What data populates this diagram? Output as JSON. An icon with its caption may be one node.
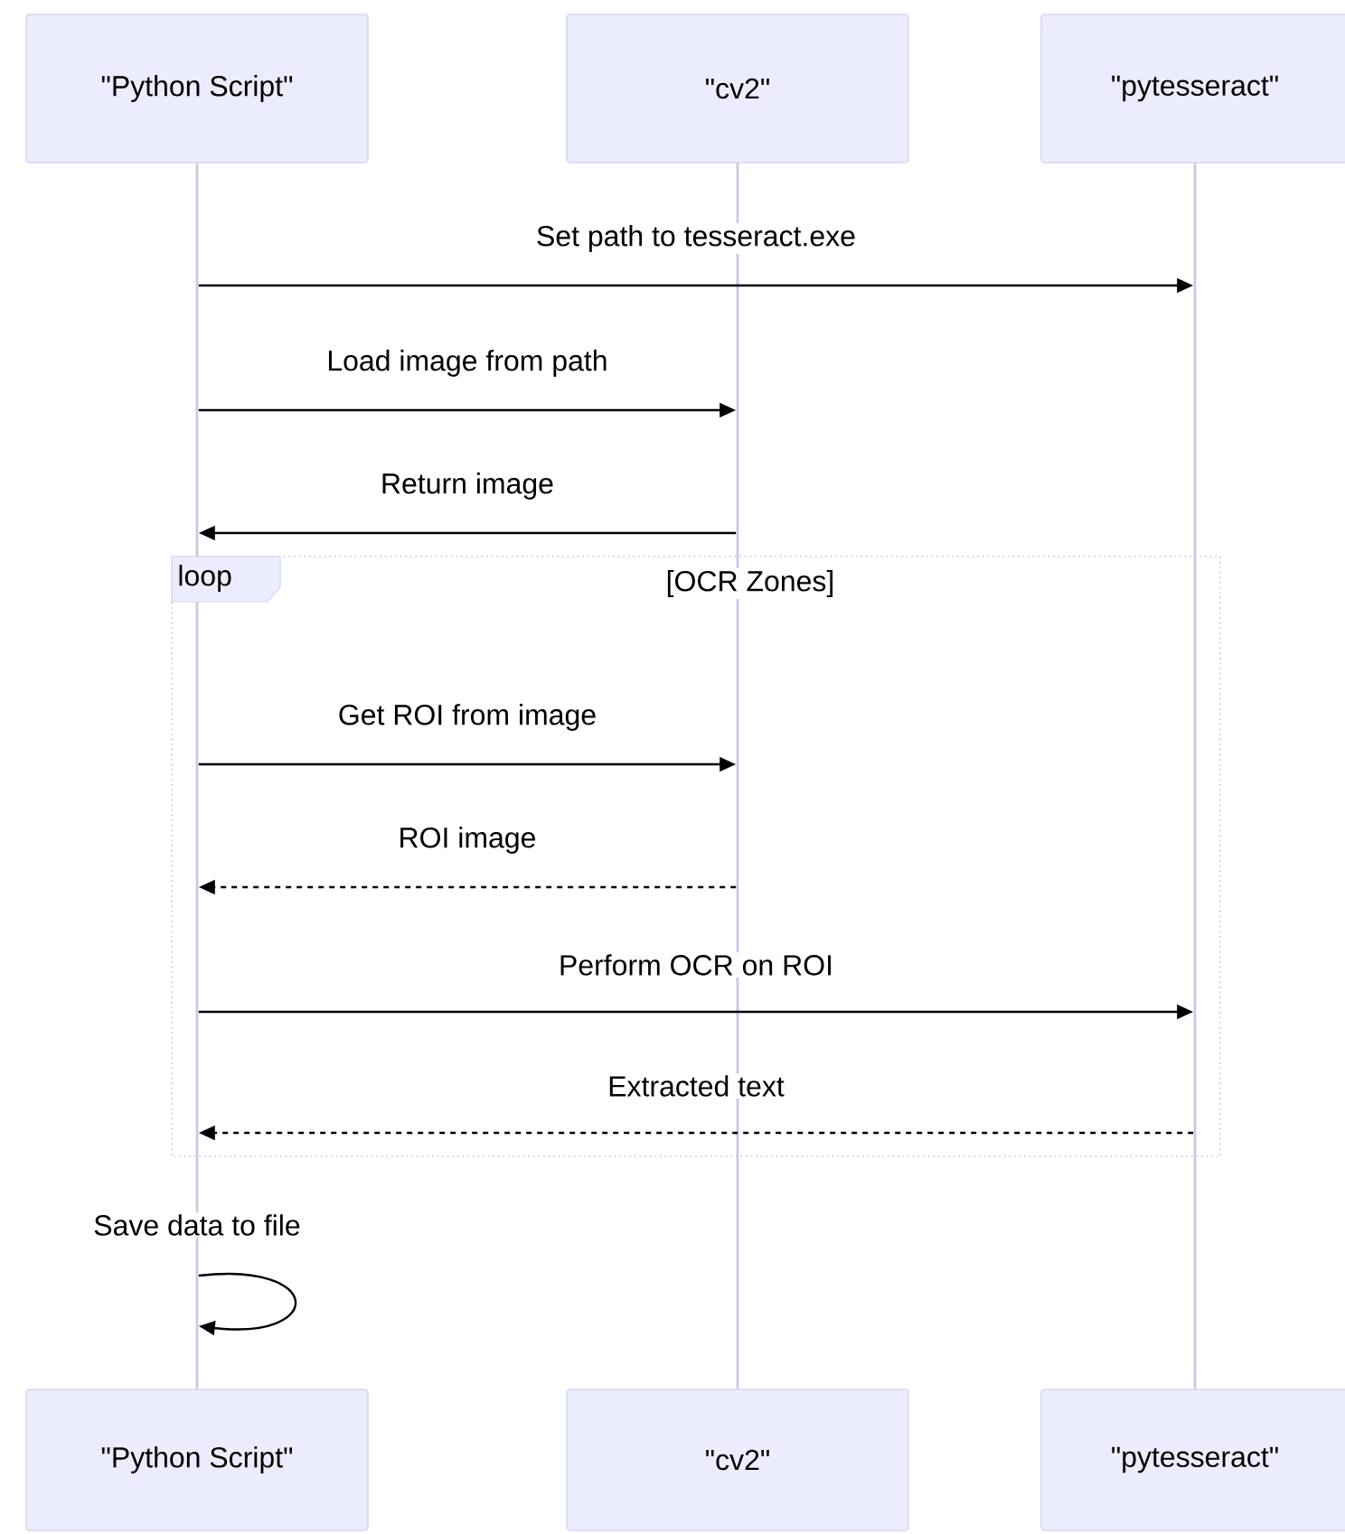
{
  "diagram": {
    "nodes": [
      {
        "text": [
          "\"Python Script\""
        ]
      },
      {
        "text": [
          "\"cv2\""
        ]
      },
      {
        "text": [
          "\"pytesseract\""
        ]
      },
      {
        "text": [],
        "shape": "line"
      },
      {
        "text": [],
        "shape": "line"
      },
      {
        "text": [],
        "shape": "line"
      },
      {
        "text": [
          "loop"
        ]
      },
      {
        "text": [
          "\"Python Script\""
        ]
      },
      {
        "text": [
          "\"cv2\""
        ]
      },
      {
        "text": [
          "\"pytesseract\""
        ]
      }
    ],
    "edges": [
      {
        "from": 3,
        "to": 5,
        "arrow": "to",
        "label": "Set path to tesseract.exe"
      },
      {
        "from": 3,
        "to": 4,
        "arrow": "to",
        "label": "Load image from path"
      },
      {
        "from": 4,
        "to": 3,
        "arrow": "to",
        "label": "Return image"
      },
      {
        "from": 3,
        "to": 4,
        "arrow": "to",
        "label": "Get ROI from image"
      },
      {
        "from": 4,
        "to": 3,
        "arrow": "to",
        "label": "ROI image",
        "style": "dashed"
      },
      {
        "from": 3,
        "to": 5,
        "arrow": "to",
        "label": "Perform OCR on ROI"
      },
      {
        "from": 5,
        "to": 3,
        "arrow": "to",
        "label": "Extracted text",
        "style": "dashed"
      },
      {
        "from": 3,
        "to": 3,
        "arrow": "to",
        "label": "Save data to file"
      }
    ],
    "labels": [
      "[OCR Zones]"
    ]
  }
}
